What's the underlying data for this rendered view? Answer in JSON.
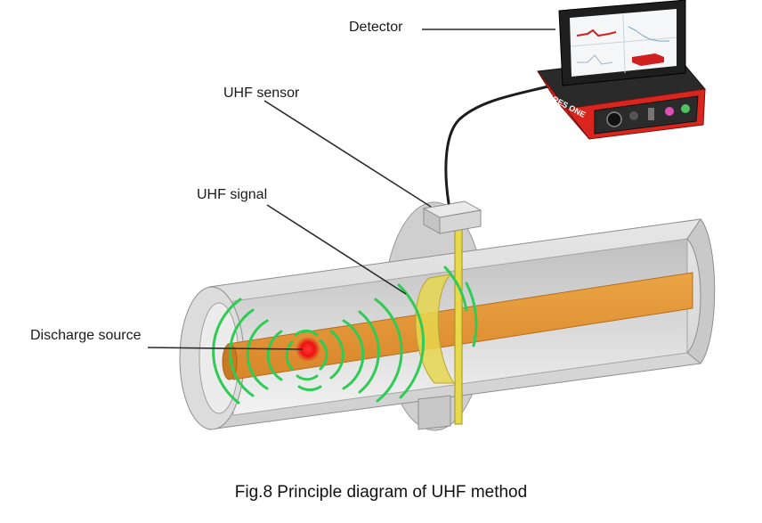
{
  "labels": {
    "detector": "Detector",
    "uhf_sensor": "UHF sensor",
    "uhf_signal": "UHF signal",
    "discharge_source": "Discharge source"
  },
  "device": {
    "brand_text": "ARES ONE"
  },
  "caption": "Fig.8  Principle diagram of UHF method",
  "colors": {
    "conductor": "#e2972e",
    "enclosure": "#d7d7d7",
    "signal_wave": "#2ecc54",
    "discharge": "#ee1111",
    "device_red": "#d8261e"
  }
}
